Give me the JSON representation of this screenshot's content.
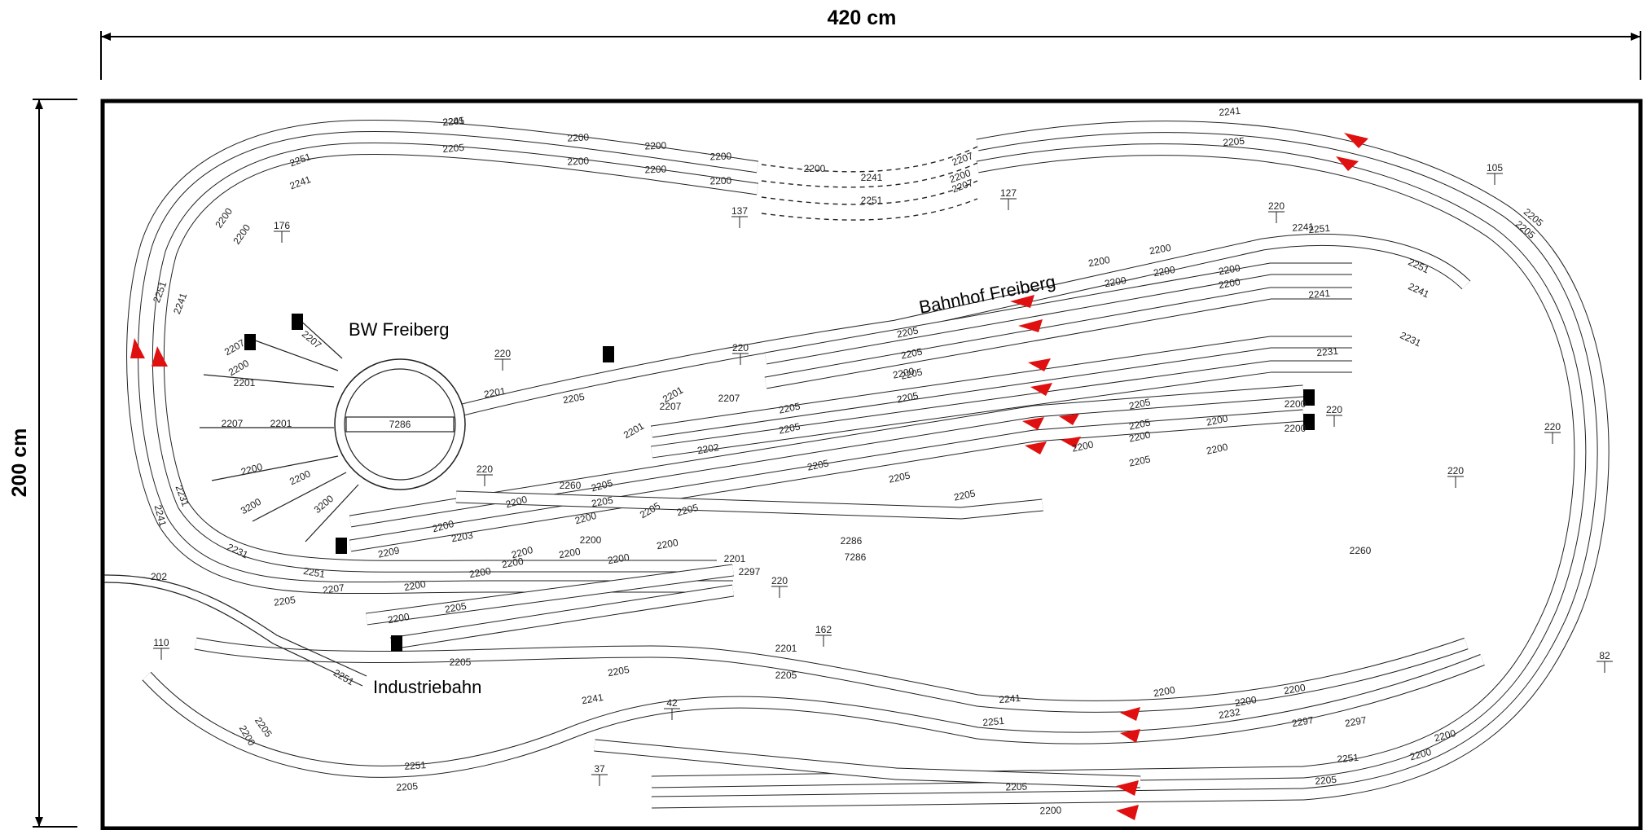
{
  "dimensions": {
    "width_label": "420 cm",
    "height_label": "200 cm"
  },
  "labels": {
    "bw": "BW Freiberg",
    "bahnhof": "Bahnhof Freiberg",
    "industrie": "Industriebahn"
  },
  "track_numbers": [
    "2205",
    "2200",
    "2200",
    "2200",
    "2205",
    "2200",
    "2200",
    "2200",
    "2251",
    "2241",
    "2200",
    "2200",
    "2200",
    "2241",
    "2207",
    "2200",
    "2251",
    "2207",
    "2241",
    "2205",
    "2205",
    "2205",
    "2251",
    "2241",
    "2231",
    "2241",
    "2231",
    "2251",
    "2241",
    "2205",
    "2205",
    "2205",
    "2200",
    "2200",
    "2200",
    "2251",
    "2251",
    "2241",
    "2241",
    "2231",
    "2231",
    "2201",
    "2205",
    "2200",
    "2200",
    "2200",
    "2200",
    "2205",
    "2205",
    "2205",
    "2200",
    "2200",
    "2200",
    "2200",
    "2200",
    "2200",
    "2205",
    "2205",
    "2205",
    "2205",
    "2205",
    "2205",
    "2201",
    "2207",
    "2201",
    "2207",
    "2202",
    "2205",
    "2205",
    "2205",
    "2205",
    "2200",
    "2200",
    "2200",
    "2200",
    "2200",
    "2207",
    "2209",
    "2203",
    "2200",
    "2200",
    "2200",
    "2200",
    "2200",
    "2200",
    "2205",
    "2205",
    "2241",
    "2251",
    "2251",
    "2205",
    "2205",
    "2200",
    "2201",
    "2205",
    "2205",
    "2241",
    "2251",
    "2205",
    "2205",
    "2200",
    "2200",
    "2200",
    "2200",
    "2200",
    "2200",
    "2232",
    "2297",
    "2297",
    "2297",
    "2260",
    "2260",
    "2286",
    "7286",
    "2201",
    "2200",
    "2207",
    "2200",
    "2207",
    "2201",
    "2207",
    "2201",
    "2200",
    "2200",
    "3200",
    "3200",
    "202",
    "2205",
    "2251",
    "2241"
  ],
  "markers": [
    "220",
    "176",
    "137",
    "127",
    "105",
    "220",
    "220",
    "220",
    "220",
    "220",
    "220",
    "220",
    "162",
    "110",
    "42",
    "37",
    "82"
  ],
  "colors": {
    "signal": "#e01010",
    "track": "#222222",
    "board": "#000000",
    "buffer": "#000000"
  }
}
